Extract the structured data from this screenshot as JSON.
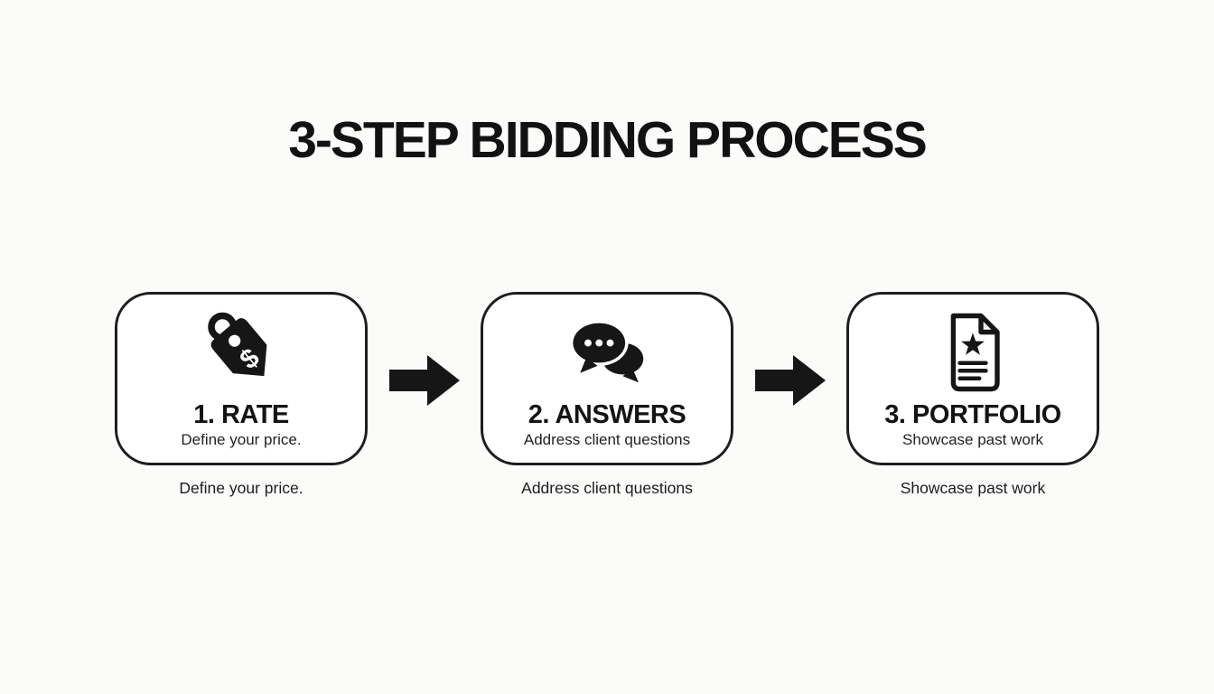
{
  "colors": {
    "background": "#fbfbfa",
    "ink": "#161616",
    "card_background": "#ffffff",
    "card_border": "#1e1e1e"
  },
  "title": "3-STEP BIDDING PROCESS",
  "flow": {
    "arrow_icon": "arrow-right-icon"
  },
  "steps": [
    {
      "icon": "price-tag-icon",
      "heading": "1. RATE",
      "subtitle": "Define your price.",
      "caption": "Define your price."
    },
    {
      "icon": "chat-bubbles-icon",
      "heading": "2. ANSWERS",
      "subtitle": "Address client questions",
      "caption": "Address client questions"
    },
    {
      "icon": "document-star-icon",
      "heading": "3. PORTFOLIO",
      "subtitle": "Showcase past work",
      "caption": "Showcase past work"
    }
  ]
}
